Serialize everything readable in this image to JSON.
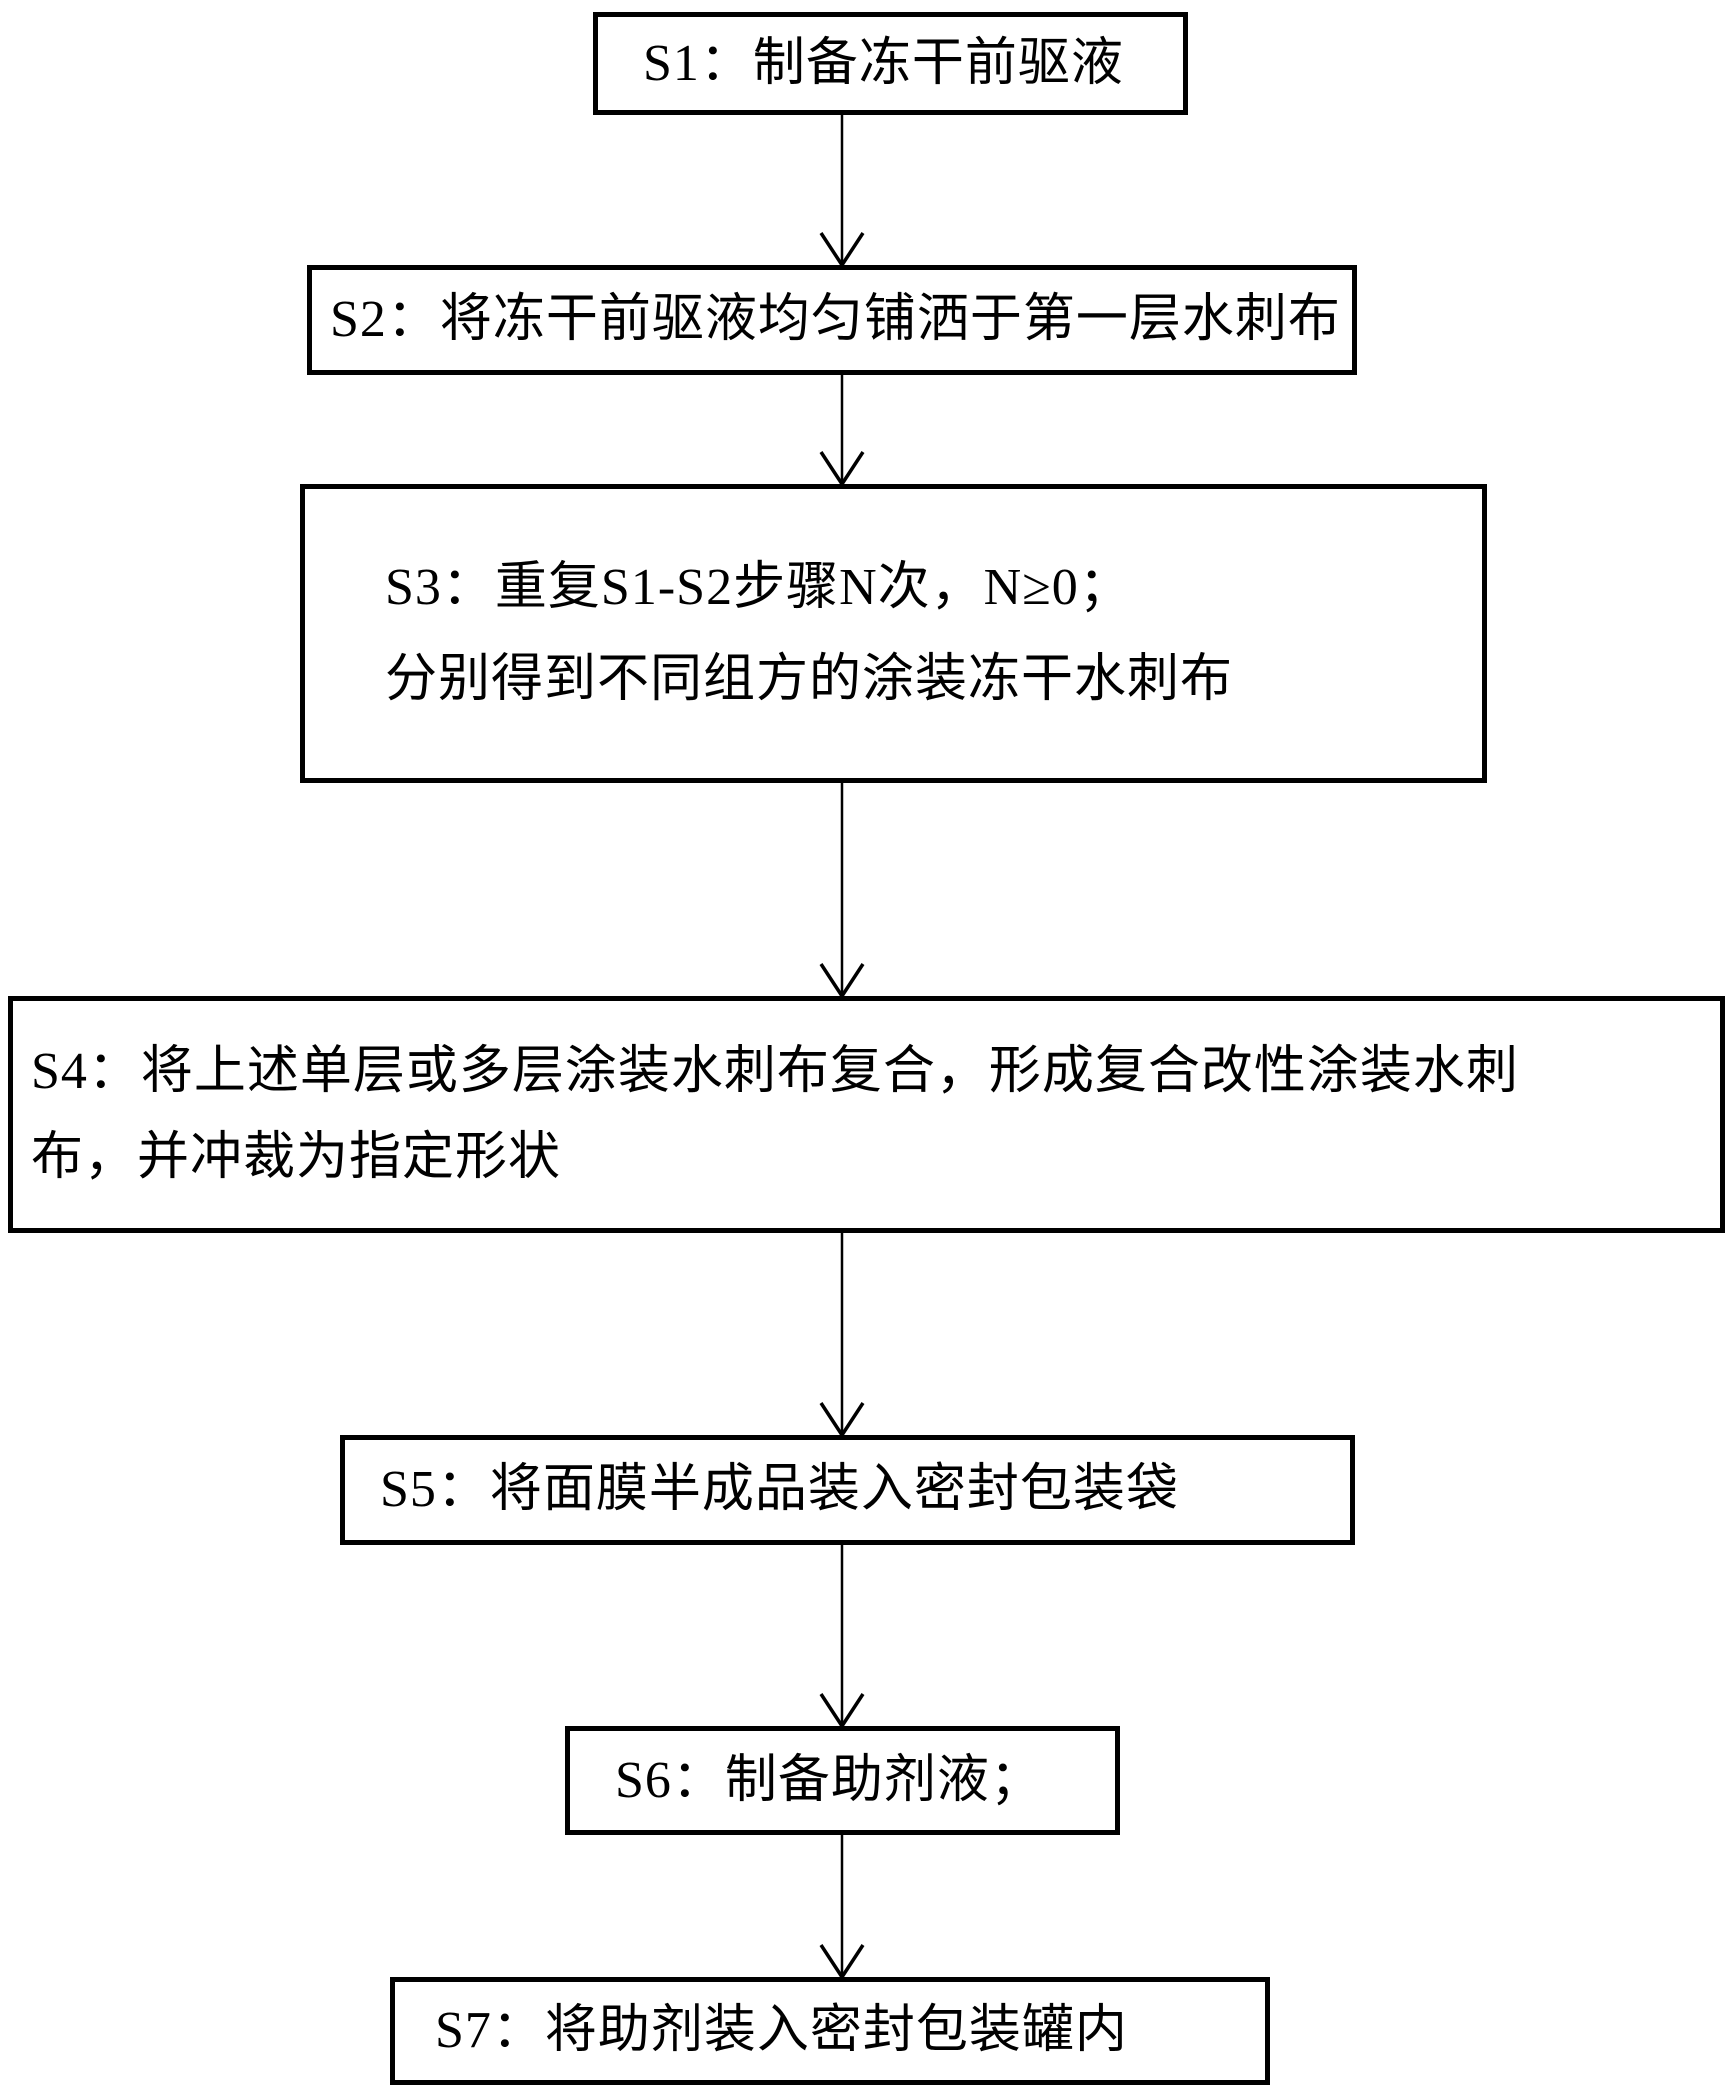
{
  "flowchart": {
    "steps": [
      {
        "id": "S1",
        "label": "S1：制备冻干前驱液"
      },
      {
        "id": "S2",
        "label": "S2：将冻干前驱液均匀铺洒于第一层水刺布"
      },
      {
        "id": "S3",
        "lines": [
          "S3：重复S1-S2步骤N次，N≥0；",
          "分别得到不同组方的涂装冻干水刺布"
        ]
      },
      {
        "id": "S4",
        "lines": [
          "S4：将上述单层或多层涂装水刺布复合，形成复合改性涂装水刺",
          "布，并冲裁为指定形状"
        ]
      },
      {
        "id": "S5",
        "label": "S5：将面膜半成品装入密封包装袋"
      },
      {
        "id": "S6",
        "label": "S6：制备助剂液；"
      },
      {
        "id": "S7",
        "label": "S7：将助剂装入密封包装罐内"
      }
    ],
    "arrows": [
      {
        "from": "S1",
        "to": "S2"
      },
      {
        "from": "S2",
        "to": "S3"
      },
      {
        "from": "S3",
        "to": "S4"
      },
      {
        "from": "S4",
        "to": "S5"
      },
      {
        "from": "S5",
        "to": "S6"
      },
      {
        "from": "S6",
        "to": "S7"
      }
    ],
    "colors": {
      "line": "#000000",
      "text": "#000000",
      "background": "#ffffff"
    }
  }
}
